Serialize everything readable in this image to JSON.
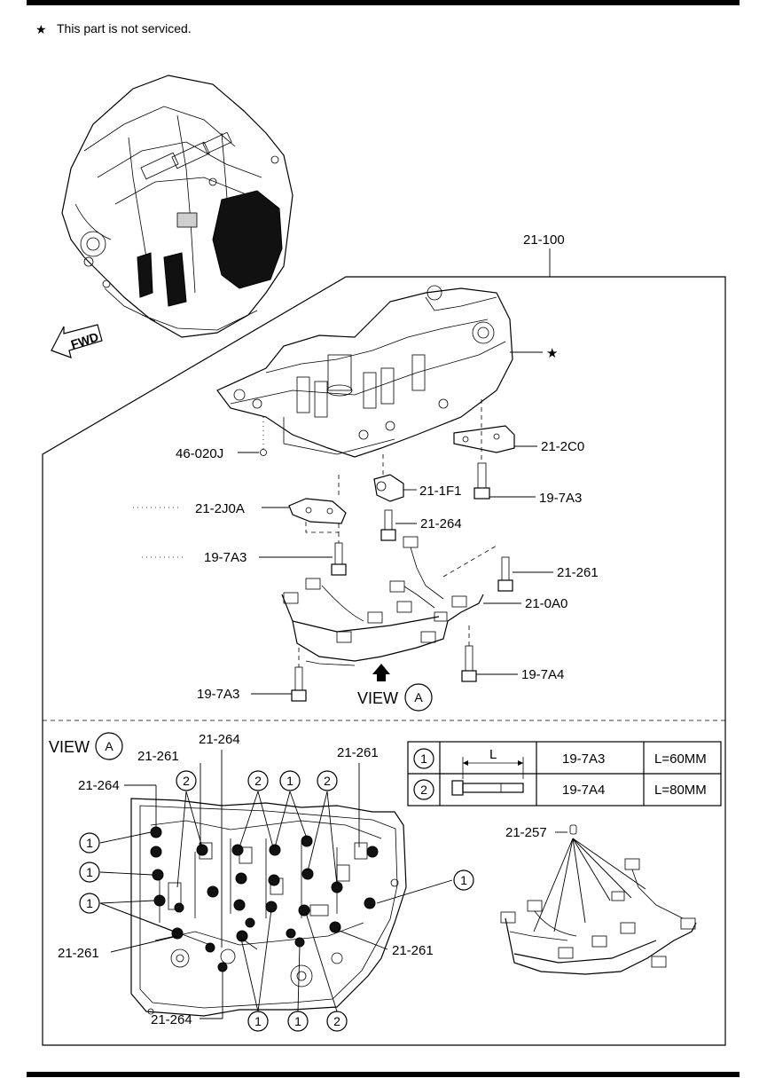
{
  "header_note": {
    "symbol": "★",
    "text": "This part is not serviced."
  },
  "fwd_label": "FWD",
  "callouts": {
    "assembly": "21-100",
    "screen": "46-020J",
    "plate_right": "21-2C0",
    "sensor": "21-1F1",
    "bolt_a1": "19-7A3",
    "plate_left": "21-2J0A",
    "bolt_264": "21-264",
    "bolt_a2": "19-7A3",
    "bolt_261": "21-261",
    "harness": "21-0A0",
    "bolt_a4": "19-7A4",
    "bolt_a3": "19-7A3",
    "view_word": "VIEW",
    "view_letter": "A",
    "star": "★"
  },
  "view_panel": {
    "title_word": "VIEW",
    "title_letter": "A",
    "labels": {
      "l261_top": "21-261",
      "l264_top": "21-264",
      "l264_left": "21-264",
      "l261_right_top": "21-261",
      "l261_left": "21-261",
      "l261_right": "21-261",
      "l264_bottom": "21-264",
      "l257": "21-257"
    },
    "circle_marks": {
      "c2a": "2",
      "c2b": "2",
      "c1a": "1",
      "c2c": "2",
      "c1b": "1",
      "c1c": "1",
      "c1d": "1",
      "c1e": "1",
      "c1f": "1",
      "c1g": "1",
      "c2d": "2"
    }
  },
  "bolt_table": {
    "dimension_label": "L",
    "rows": [
      {
        "index": "1",
        "part": "19-7A3",
        "length": "L=60MM"
      },
      {
        "index": "2",
        "part": "19-7A4",
        "length": "L=80MM"
      }
    ]
  }
}
